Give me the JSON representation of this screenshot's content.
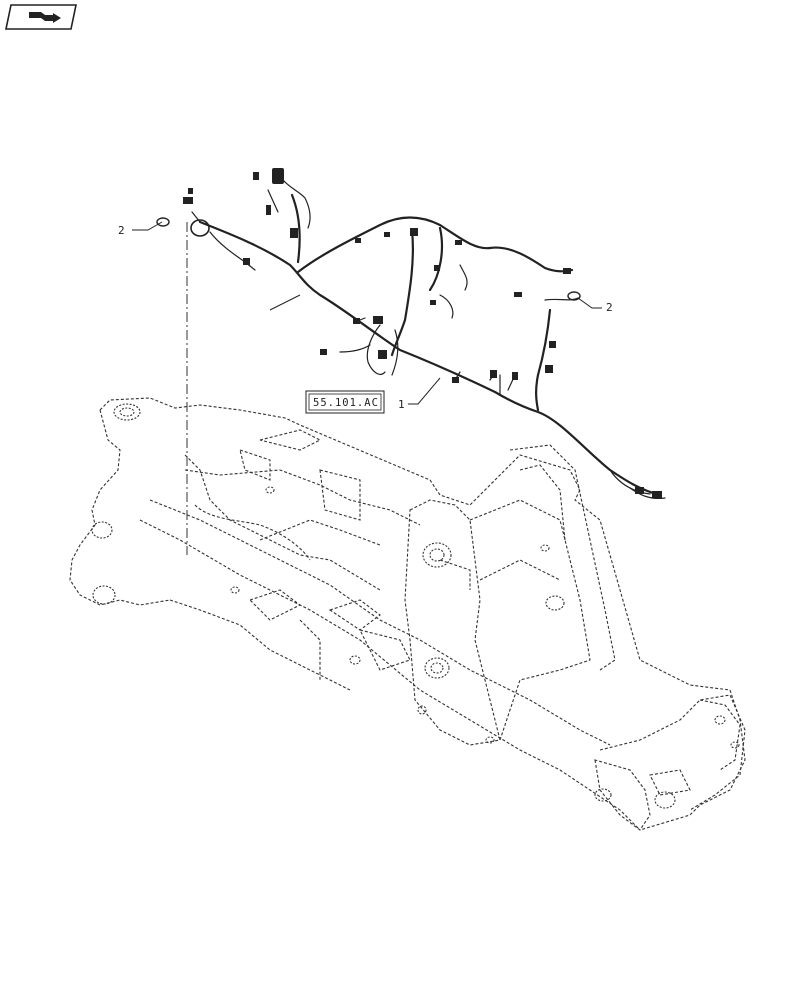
{
  "nav_icon": "arrow-icon",
  "reference_box": "55.101.AC",
  "callouts": {
    "left_2": "2",
    "right_2": "2",
    "item_1": "1"
  },
  "colors": {
    "ink": "#222222",
    "paper": "#ffffff"
  }
}
